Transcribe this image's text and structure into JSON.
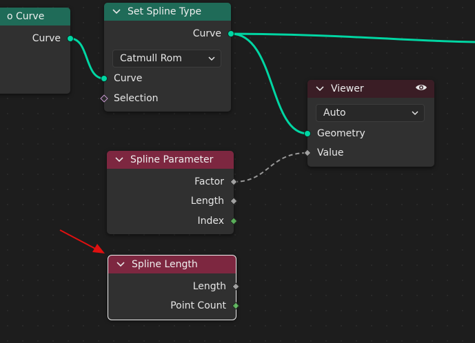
{
  "nodes": {
    "to_curve": {
      "title": "o Curve",
      "out_curve": "Curve"
    },
    "set_spline_type": {
      "title": "Set Spline Type",
      "out_curve": "Curve",
      "dropdown_value": "Catmull Rom",
      "in_curve": "Curve",
      "in_selection": "Selection"
    },
    "viewer": {
      "title": "Viewer",
      "dropdown_value": "Auto",
      "in_geometry": "Geometry",
      "in_value": "Value"
    },
    "spline_parameter": {
      "title": "Spline Parameter",
      "out_factor": "Factor",
      "out_length": "Length",
      "out_index": "Index"
    },
    "spline_length": {
      "title": "Spline Length",
      "out_length": "Length",
      "out_point_count": "Point Count"
    }
  },
  "colors": {
    "geometry_socket": "#00d6a3",
    "float_socket": "#a1a1a1",
    "int_socket": "#63c763",
    "bool_socket": "#cc9bd6",
    "geometry_header": "#1f6b58",
    "field_header": "#7d2740",
    "output_header": "#3a1d25",
    "annotation_arrow": "#e01010"
  }
}
